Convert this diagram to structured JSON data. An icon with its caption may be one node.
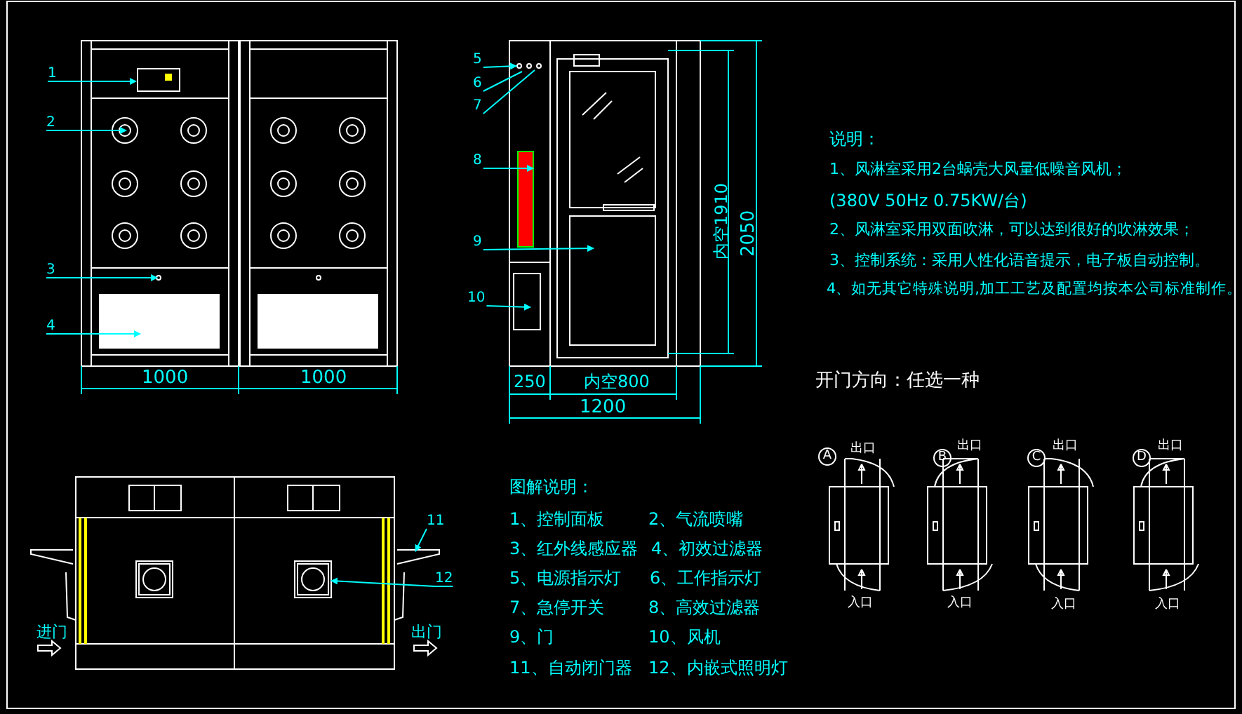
{
  "diagram": {
    "nodes": [
      {
        "text": [
          "1"
        ]
      },
      {
        "text": [
          "2"
        ]
      },
      {
        "text": [
          "3"
        ]
      },
      {
        "text": [
          "4"
        ]
      },
      {
        "text": [
          "5"
        ]
      },
      {
        "text": [
          "6"
        ]
      },
      {
        "text": [
          "7"
        ]
      },
      {
        "text": [
          "8"
        ]
      },
      {
        "text": [
          "9"
        ]
      },
      {
        "text": [
          "10"
        ]
      },
      {
        "text": [
          "11"
        ]
      },
      {
        "text": [
          "12"
        ]
      }
    ],
    "edges": [
      {
        "from": 0,
        "to": null,
        "arrow": "to"
      },
      {
        "from": 1,
        "to": null,
        "arrow": "to"
      },
      {
        "from": 2,
        "to": null,
        "arrow": "to"
      },
      {
        "from": 3,
        "to": null,
        "arrow": "to"
      },
      {
        "from": 4,
        "to": null,
        "arrow": "to"
      },
      {
        "from": 5,
        "to": null,
        "arrow": "none"
      },
      {
        "from": 6,
        "to": null,
        "arrow": "none"
      },
      {
        "from": 7,
        "to": null,
        "arrow": "to"
      },
      {
        "from": 8,
        "to": null,
        "arrow": "to"
      },
      {
        "from": 9,
        "to": null,
        "arrow": "to"
      },
      {
        "from": 10,
        "to": null,
        "arrow": "to"
      },
      {
        "from": 11,
        "to": null,
        "arrow": "to"
      }
    ],
    "labels": [
      "1000",
      "1000",
      "内空1910",
      "2050",
      "250",
      "内空800",
      "1200",
      "说明：",
      "1、风淋室采用2台蜗壳大风量低噪音风机；",
      "(380V 50Hz 0.75KW/台)",
      "2、风淋室采用双面吹淋，可以达到很好的吹淋效果；",
      "3、控制系统：采用人性化语音提示，电子板自动控制。",
      "4、如无其它特殊说明,加工工艺及配置均按本公司标准制作。",
      "开门方向：任选一种",
      "A",
      "出口",
      "入口",
      "B",
      "出口",
      "入口",
      "C",
      "出口",
      "入口",
      "D",
      "出口",
      "入口",
      "进门",
      "出门",
      "图解说明：",
      "1、控制面板",
      "2、气流喷嘴",
      "3、红外线感应器",
      "4、初效过滤器",
      "5、电源指示灯",
      "6、工作指示灯",
      "7、急停开关",
      "8、高效过滤器",
      "9、门",
      "10、风机",
      "11、自动闭门器",
      "12、内嵌式照明灯"
    ]
  }
}
